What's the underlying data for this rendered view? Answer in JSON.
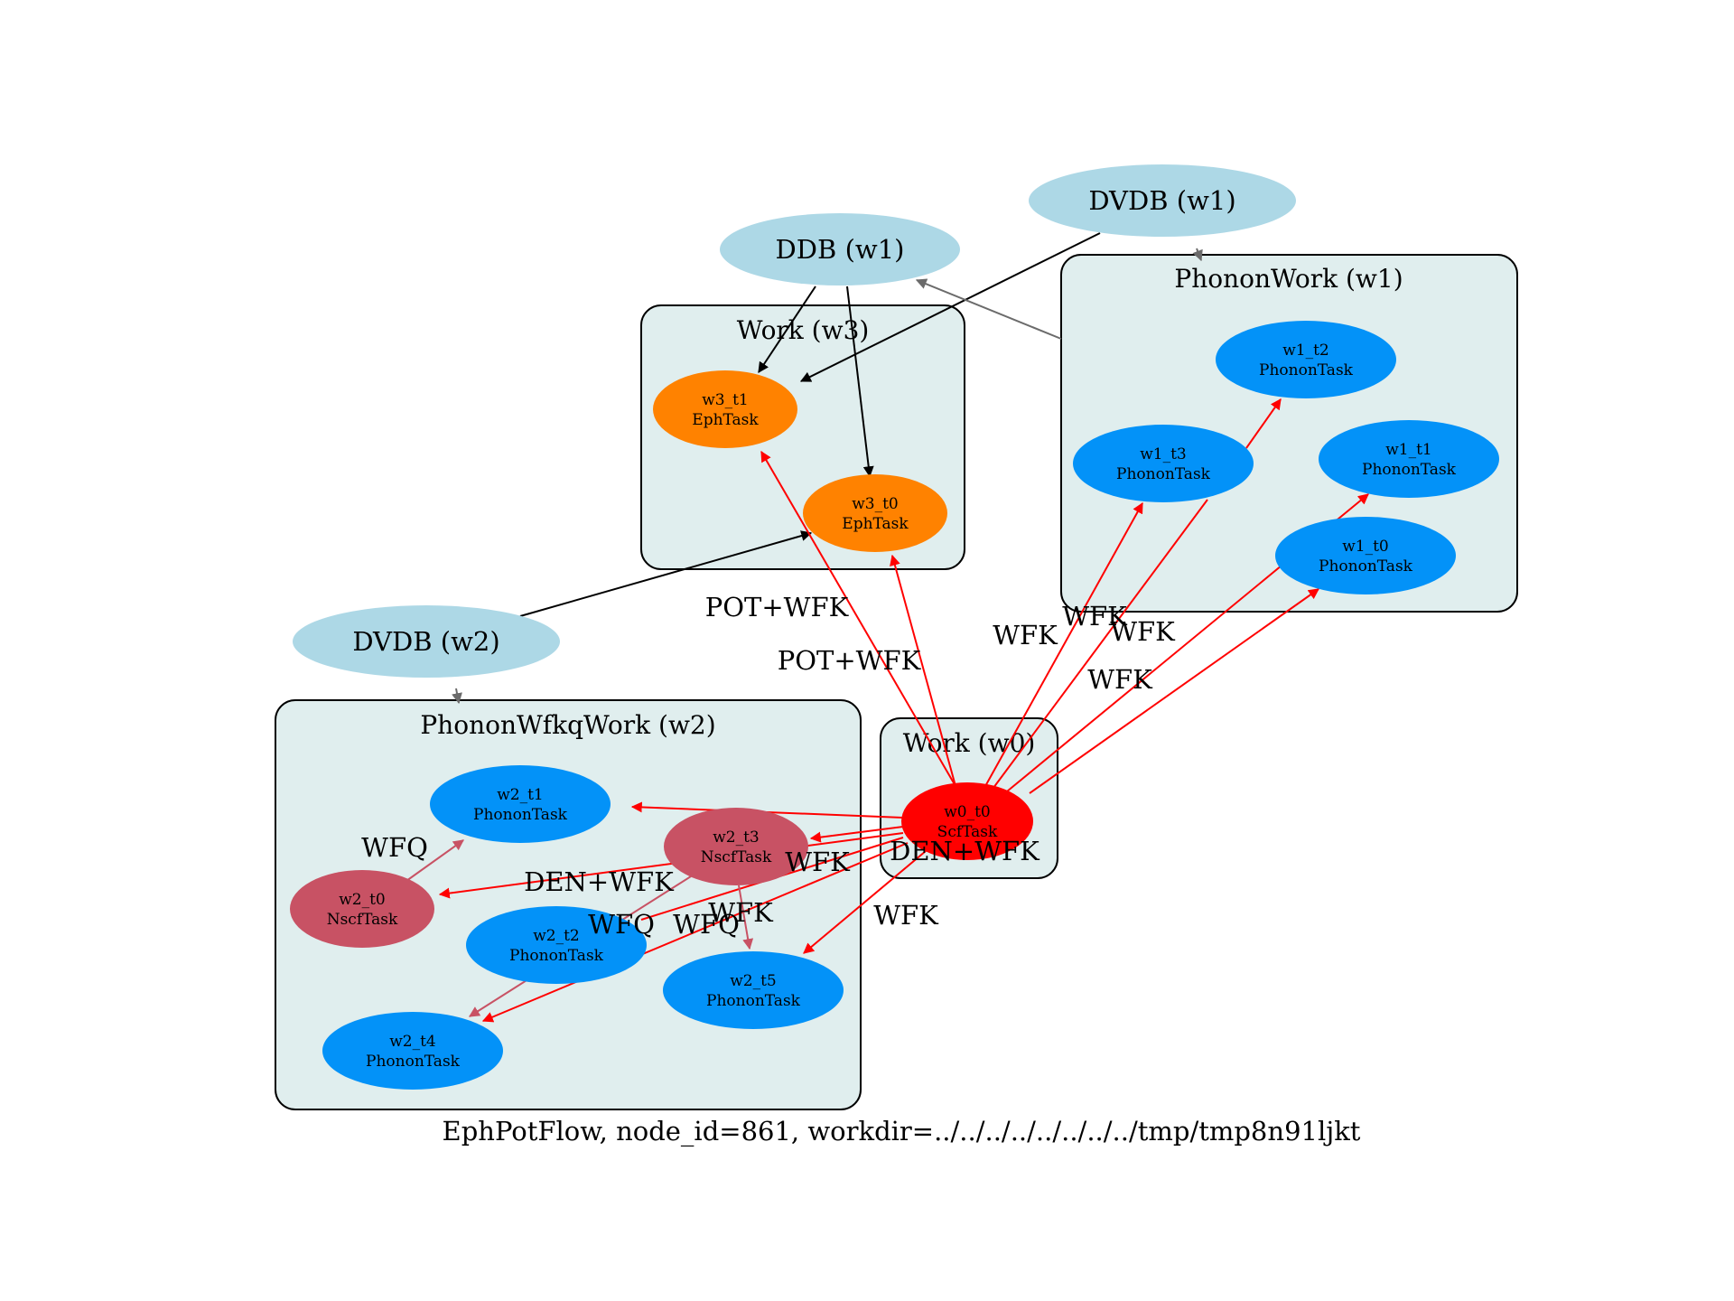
{
  "caption": "EphPotFlow, node_id=861, workdir=../../../../../../../../tmp/tmp8n91ljkt",
  "colors": {
    "cluster_fill": "#e0eeee",
    "file_fill": "#add8e6",
    "phonon_task": "#0392f8",
    "eph_task": "#ff8200",
    "scf_task": "#ff0000",
    "nscf_task": "#c85264",
    "edge_red": "#ff0000",
    "edge_nscf": "#c85264",
    "edge_black": "#000000",
    "edge_gray": "#6b6b6b"
  },
  "clusters": {
    "w3": "Work (w3)",
    "w1": "PhononWork (w1)",
    "w2": "PhononWfkqWork (w2)",
    "w0": "Work (w0)"
  },
  "files": {
    "dvdb_w1": "DVDB (w1)",
    "ddb_w1": "DDB (w1)",
    "dvdb_w2": "DVDB (w2)"
  },
  "tasks": {
    "w3_t1": {
      "name": "w3_t1",
      "type": "EphTask"
    },
    "w3_t0": {
      "name": "w3_t0",
      "type": "EphTask"
    },
    "w1_t2": {
      "name": "w1_t2",
      "type": "PhononTask"
    },
    "w1_t3": {
      "name": "w1_t3",
      "type": "PhononTask"
    },
    "w1_t1": {
      "name": "w1_t1",
      "type": "PhononTask"
    },
    "w1_t0": {
      "name": "w1_t0",
      "type": "PhononTask"
    },
    "w2_t1": {
      "name": "w2_t1",
      "type": "PhononTask"
    },
    "w2_t3": {
      "name": "w2_t3",
      "type": "NscfTask"
    },
    "w2_t0": {
      "name": "w2_t0",
      "type": "NscfTask"
    },
    "w2_t2": {
      "name": "w2_t2",
      "type": "PhononTask"
    },
    "w2_t5": {
      "name": "w2_t5",
      "type": "PhononTask"
    },
    "w2_t4": {
      "name": "w2_t4",
      "type": "PhononTask"
    },
    "w0_t0": {
      "name": "w0_t0",
      "type": "ScfTask"
    }
  },
  "edge_labels": {
    "pot_wfk_1": "POT+WFK",
    "pot_wfk_2": "POT+WFK",
    "wfk_1": "WFK",
    "wfk_2": "WFK",
    "wfk_3": "WFK",
    "wfk_4": "WFK",
    "wfk_5": "WFK",
    "wfk_6": "WFK",
    "wfk_7": "WFK",
    "den_wfk_1": "DEN+WFK",
    "den_wfk_2": "DEN+WFK",
    "wfq_1": "WFQ",
    "wfq_2": "WFQ",
    "wfq_3": "WFQ"
  }
}
